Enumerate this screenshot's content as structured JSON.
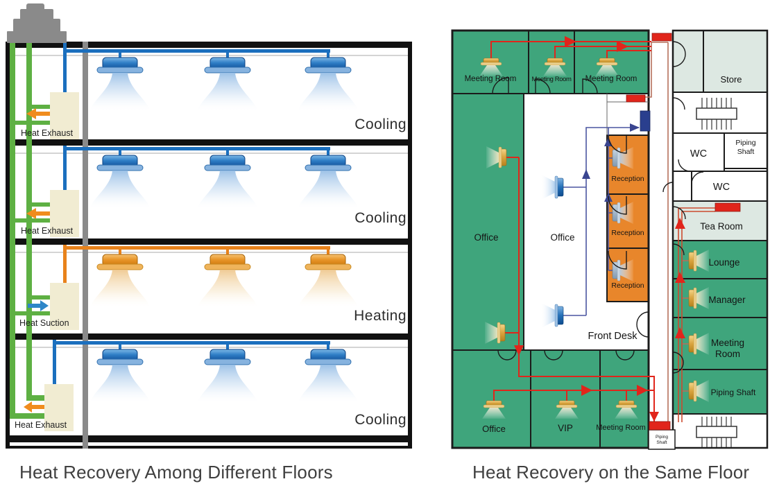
{
  "captions": {
    "left": "Heat Recovery Among Different Floors",
    "right": "Heat Recovery on the Same Floor"
  },
  "left_diagram": {
    "floors": [
      {
        "mode_label": "Cooling",
        "unit_label": "Heat Exhaust"
      },
      {
        "mode_label": "Cooling",
        "unit_label": "Heat Exhaust"
      },
      {
        "mode_label": "Heating",
        "unit_label": "Heat Suction"
      },
      {
        "mode_label": "Cooling",
        "unit_label": "Heat Exhaust"
      }
    ],
    "colors": {
      "cooling_pipe": "#1B6FBE",
      "heating_pipe": "#E8821B",
      "water_loop_pipe": "#5EB043",
      "exhaust_duct": "#8A8A8A",
      "recovery_box": "#F1ECD2",
      "structure": "#111111"
    }
  },
  "right_diagram": {
    "rooms": {
      "meeting_room_1": "Meeting Room",
      "meeting_room_2": "Meeting Room",
      "meeting_room_3": "Meeting Room",
      "office_green": "Office",
      "office_white": "Office",
      "reception_1": "Reception",
      "reception_2": "Reception",
      "reception_3": "Reception",
      "front_desk": "Front Desk",
      "office_bottom": "Office",
      "vip": "VIP",
      "meeting_room_bottom": "Meeting Room",
      "piping_shaft_small_line1": "Piping",
      "piping_shaft_small_line2": "Shaft",
      "store": "Store",
      "wc_1": "WC",
      "piping_shaft_top_line1": "Piping",
      "piping_shaft_top_line2": "Shaft",
      "wc_2": "WC",
      "tea_room": "Tea Room",
      "lounge": "Lounge",
      "manager": "Manager",
      "meeting_room_right_line1": "Meeting",
      "meeting_room_right_line2": "Room",
      "piping_shaft_right": "Piping Shaft"
    },
    "colors": {
      "room_green": "#3FA57C",
      "room_light": "#DDE8E2",
      "reception_orange": "#E8862B",
      "pipe_red": "#E1251B",
      "pipe_brown": "#B5705C",
      "pipe_navy": "#4A55A0",
      "unit_red": "#E1251B",
      "unit_navy": "#2A3F8E",
      "unit_gold": "#D9A33E"
    }
  }
}
